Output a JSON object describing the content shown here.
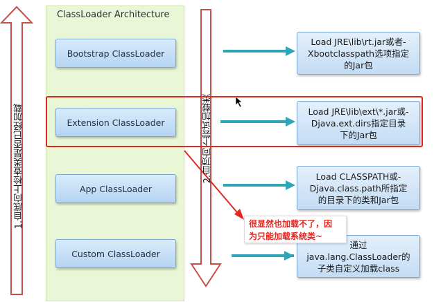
{
  "panel": {
    "title": "ClassLoader Architecture"
  },
  "loaders": [
    {
      "label": "Bootstrap ClassLoader"
    },
    {
      "label": "Extension ClassLoader"
    },
    {
      "label": "App ClassLoader"
    },
    {
      "label": "Custom ClassLoader"
    }
  ],
  "descriptions": [
    {
      "lines": [
        "Load JRE\\lib\\rt.jar或者-",
        "Xbootclasspath选项指定",
        "的Jar包"
      ]
    },
    {
      "lines": [
        "Load JRE\\lib\\ext\\*.jar或-",
        "Djava.ext.dirs指定目录",
        "下的Jar包"
      ]
    },
    {
      "lines": [
        "Load CLASSPATH或-",
        "Djava.class.path所指定",
        "的目录下的类和Jar包"
      ]
    },
    {
      "lines": [
        "通过",
        "java.lang.ClassLoader的",
        "子类自定义加载class"
      ]
    }
  ],
  "side_labels": {
    "left": "1.自底向上检查类是否已经加载",
    "middle": "2.自顶向下尝试加载类"
  },
  "callout": {
    "lines": [
      "很显然也加载不了，因",
      "为只能加载系统类~"
    ]
  },
  "colors": {
    "connector": "#2ea6b8",
    "highlight": "#e3261e",
    "panel": "#e9f7d6",
    "box": "#c3dcf4"
  },
  "icons": {
    "cursor": "cursor-icon"
  }
}
